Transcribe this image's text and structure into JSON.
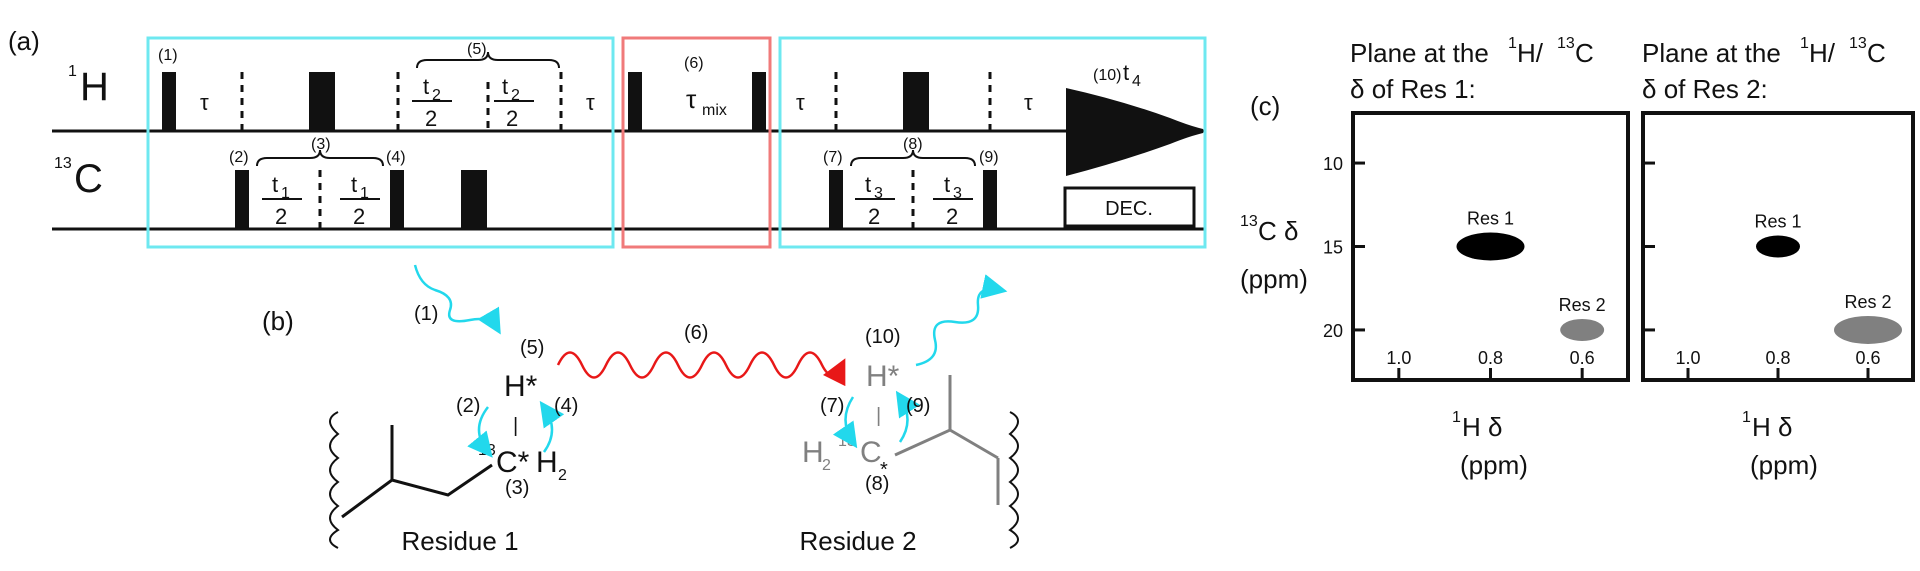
{
  "panel_labels": {
    "a": "(a)",
    "b": "(b)",
    "c": "(c)"
  },
  "sequence": {
    "channel_h": {
      "sup": "1",
      "main": "H"
    },
    "channel_c": {
      "sup": "13",
      "main": "C"
    },
    "step_labels": [
      "(1)",
      "(2)",
      "(3)",
      "(4)",
      "(5)",
      "(6)",
      "(7)",
      "(8)",
      "(9)",
      "(10)"
    ],
    "tau": "τ",
    "tau_mix": {
      "main": "τ",
      "sub": "mix"
    },
    "t1": {
      "main": "t",
      "sub": "1",
      "den": "2"
    },
    "t2": {
      "main": "t",
      "sub": "2",
      "den": "2"
    },
    "t3": {
      "main": "t",
      "sub": "3",
      "den": "2"
    },
    "t4": {
      "main": "t",
      "sub": "4"
    },
    "decoupling": "DEC.",
    "colors": {
      "cyan_box": "#6ee8f0",
      "red_box": "#f07a7a",
      "arrow_cyan": "#22d8ec",
      "arrow_red": "#e81818"
    }
  },
  "molecule": {
    "residue1": "Residue 1",
    "residue2": "Residue 2",
    "h_star": "H*",
    "c13_sup": "13",
    "c_star": "C*",
    "h2_1": {
      "main": "H",
      "sub": "2"
    },
    "h2_2": {
      "main": "H",
      "sub": "2"
    },
    "c2": "C",
    "star": "*",
    "bar": "|",
    "labels": {
      "l1": "(1)",
      "l2": "(2)",
      "l3": "(3)",
      "l4": "(4)",
      "l5": "(5)",
      "l6": "(6)",
      "l7": "(7)",
      "l8": "(8)",
      "l9": "(9)",
      "l10": "(10)"
    },
    "gray_color": "#808080"
  },
  "spectra": {
    "plane1_title_a": "Plane at the ",
    "plane1_title_b": "δ of Res 1:",
    "plane2_title_a": "Plane at the ",
    "plane2_title_b": "δ of Res 2:",
    "nuc_1h": {
      "sup": "1",
      "main": "H/"
    },
    "nuc_13c": {
      "sup": "13",
      "main": "C"
    },
    "y_axis": {
      "sup": "13",
      "main": "C δ",
      "unit": "(ppm)"
    },
    "x_axis": {
      "sup": "1",
      "main": "H δ",
      "unit": "(ppm)"
    },
    "y_ticks": [
      "10",
      "15",
      "20"
    ],
    "x_ticks": [
      "1.0",
      "0.8",
      "0.6"
    ],
    "res1": "Res 1",
    "res2": "Res 2"
  },
  "chart_data": [
    {
      "type": "scatter",
      "title": "Plane at the 1H/13C δ of Res 1:",
      "xlabel": "1H δ (ppm)",
      "ylabel": "13C δ (ppm)",
      "xlim": [
        1.1,
        0.5
      ],
      "ylim": [
        7,
        23
      ],
      "x_ticks": [
        1.0,
        0.8,
        0.6
      ],
      "y_ticks": [
        10,
        15,
        20
      ],
      "series": [
        {
          "name": "Res 1",
          "x": [
            0.8
          ],
          "y": [
            15
          ],
          "color": "#000000",
          "size": "large"
        },
        {
          "name": "Res 2",
          "x": [
            0.6
          ],
          "y": [
            20
          ],
          "color": "#808080",
          "size": "small"
        }
      ]
    },
    {
      "type": "scatter",
      "title": "Plane at the 1H/13C δ of Res 2:",
      "xlabel": "1H δ (ppm)",
      "ylabel": "13C δ (ppm)",
      "xlim": [
        1.1,
        0.5
      ],
      "ylim": [
        7,
        23
      ],
      "x_ticks": [
        1.0,
        0.8,
        0.6
      ],
      "y_ticks": [
        10,
        15,
        20
      ],
      "series": [
        {
          "name": "Res 1",
          "x": [
            0.8
          ],
          "y": [
            15
          ],
          "color": "#000000",
          "size": "small"
        },
        {
          "name": "Res 2",
          "x": [
            0.6
          ],
          "y": [
            20
          ],
          "color": "#808080",
          "size": "large"
        }
      ]
    }
  ]
}
